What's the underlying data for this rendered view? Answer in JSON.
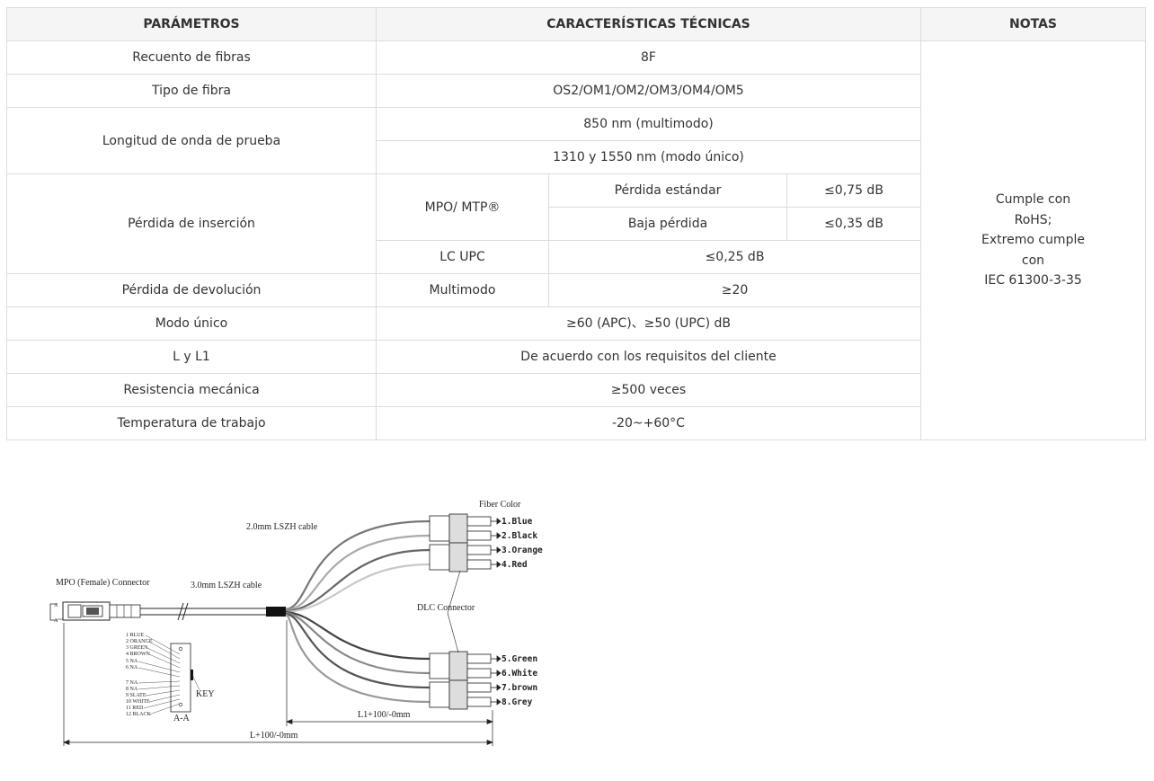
{
  "table": {
    "headers": [
      "PARÁMETROS",
      "CARACTERÍSTICAS TÉCNICAS",
      "NOTAS"
    ],
    "rows": {
      "fiber_count": {
        "param": "Recuento de fibras",
        "value": "8F"
      },
      "fiber_type": {
        "param": "Tipo de fibra",
        "value": "OS2/OM1/OM2/OM3/OM4/OM5"
      },
      "test_wavelength": {
        "param": "Longitud de onda de prueba",
        "value_1": "850 nm (multimodo)",
        "value_2": "1310 y 1550 nm (modo único)"
      },
      "insertion_loss": {
        "param": "Pérdida de inserción",
        "mpo_label": "MPO/ MTP®",
        "standard_label": "Pérdida estándar",
        "standard_value": "≤0,75 dB",
        "low_label": "Baja pérdida",
        "low_value": "≤0,35 dB",
        "lc_label": "LC UPC",
        "lc_value": "≤0,25 dB"
      },
      "return_loss": {
        "param": "Pérdida de devolución",
        "mm_label": "Multimodo",
        "mm_value": "≥20"
      },
      "single_mode": {
        "param": "Modo único",
        "value": "≥60 (APC)、≥50 (UPC) dB"
      },
      "l_l1": {
        "param": "L y L1",
        "value": "De acuerdo con los requisitos del cliente"
      },
      "mech_strength": {
        "param": "Resistencia mecánica",
        "value": "≥500 veces"
      },
      "working_temp": {
        "param": "Temperatura de trabajo",
        "value": "-20~+60°C"
      }
    },
    "notes_lines": [
      "Cumple con",
      "RoHS;",
      "Extremo cumple",
      "con",
      "IEC 61300-3-35"
    ]
  },
  "diagram": {
    "fiber_color_title": "Fiber Color",
    "fiber_colors": [
      "1.Blue",
      "2.Black",
      "3.Orange",
      "4.Red",
      "5.Green",
      "6.White",
      "7.brown",
      "8.Grey"
    ],
    "cable_2mm": "2.0mm LSZH cable",
    "cable_3mm": "3.0mm LSZH cable",
    "mpo_connector": "MPO (Female) Connector",
    "dlc_connector": "DLC Connector",
    "pin_list": [
      "1 BLUE",
      "2 ORANGE",
      "3 GREEN",
      "4 BROWN",
      "5 NA",
      "6 NA",
      "7 NA",
      "8 NA",
      "9 SLATE",
      "10 WHITE",
      "11 RED",
      "12 BLACK"
    ],
    "key_label": "KEY",
    "section_label": "A-A",
    "section_marker": "A",
    "dim_l1": "L1+100/-0mm",
    "dim_l": "L+100/-0mm"
  }
}
